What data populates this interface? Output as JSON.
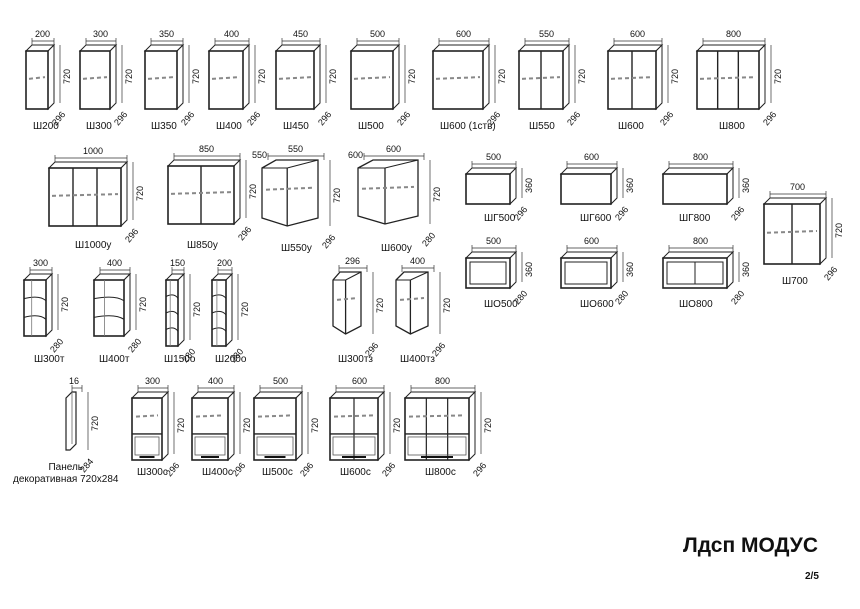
{
  "title": "Лдсп МОДУС",
  "page": "2/5",
  "items": [
    {
      "name": "Ш200",
      "w": "200",
      "h": "720",
      "d": "296"
    },
    {
      "name": "Ш300",
      "w": "300",
      "h": "720",
      "d": "296"
    },
    {
      "name": "Ш350",
      "w": "350",
      "h": "720",
      "d": "296"
    },
    {
      "name": "Ш400",
      "w": "400",
      "h": "720",
      "d": "296"
    },
    {
      "name": "Ш450",
      "w": "450",
      "h": "720",
      "d": "296"
    },
    {
      "name": "Ш500",
      "w": "500",
      "h": "720",
      "d": "296"
    },
    {
      "name": "Ш600 (1ств)",
      "w": "600",
      "h": "720",
      "d": "296"
    },
    {
      "name": "Ш550",
      "w": "550",
      "h": "720",
      "d": "296"
    },
    {
      "name": "Ш600",
      "w": "600",
      "h": "720",
      "d": "296"
    },
    {
      "name": "Ш800",
      "w": "800",
      "h": "720",
      "d": "296"
    },
    {
      "name": "Ш1000у",
      "w": "1000",
      "h": "720",
      "d": "296"
    },
    {
      "name": "Ш850у",
      "w": "850",
      "h": "720",
      "d": "296"
    },
    {
      "name": "Ш550у",
      "w": "550",
      "w2": "550",
      "h": "720",
      "d": "296"
    },
    {
      "name": "Ш600у",
      "w": "600",
      "w2": "600",
      "h": "720",
      "d": "280"
    },
    {
      "name": "ШГ500",
      "w": "500",
      "h": "360",
      "d": "296"
    },
    {
      "name": "ШГ600",
      "w": "600",
      "h": "360",
      "d": "296"
    },
    {
      "name": "ШГ800",
      "w": "800",
      "h": "360",
      "d": "296"
    },
    {
      "name": "Ш700",
      "w": "700",
      "h": "720",
      "d": "296"
    },
    {
      "name": "ШО500",
      "w": "500",
      "h": "360",
      "d": "280"
    },
    {
      "name": "ШО600",
      "w": "600",
      "h": "360",
      "d": "280"
    },
    {
      "name": "ШО800",
      "w": "800",
      "h": "360",
      "d": "280"
    },
    {
      "name": "Ш300т",
      "w": "300",
      "h": "720",
      "d": "280"
    },
    {
      "name": "Ш400т",
      "w": "400",
      "h": "720",
      "d": "280"
    },
    {
      "name": "Ш150о",
      "w": "150",
      "h": "720",
      "d": "280"
    },
    {
      "name": "Ш200о",
      "w": "200",
      "h": "720",
      "d": "280"
    },
    {
      "name": "Ш300тз",
      "w": "296",
      "h": "720",
      "d": "296"
    },
    {
      "name": "Ш400тз",
      "w": "400",
      "h": "720",
      "d": "296"
    },
    {
      "name": "Панель декоративная 720х284",
      "line1": "Панель",
      "line2": "декоративная 720х284",
      "w": "16",
      "h": "720",
      "d": "284"
    },
    {
      "name": "Ш300с",
      "w": "300",
      "h": "720",
      "d": "296"
    },
    {
      "name": "Ш400с",
      "w": "400",
      "h": "720",
      "d": "296"
    },
    {
      "name": "Ш500с",
      "w": "500",
      "h": "720",
      "d": "296"
    },
    {
      "name": "Ш600с",
      "w": "600",
      "h": "720",
      "d": "296"
    },
    {
      "name": "Ш800с",
      "w": "800",
      "h": "720",
      "d": "296"
    }
  ]
}
